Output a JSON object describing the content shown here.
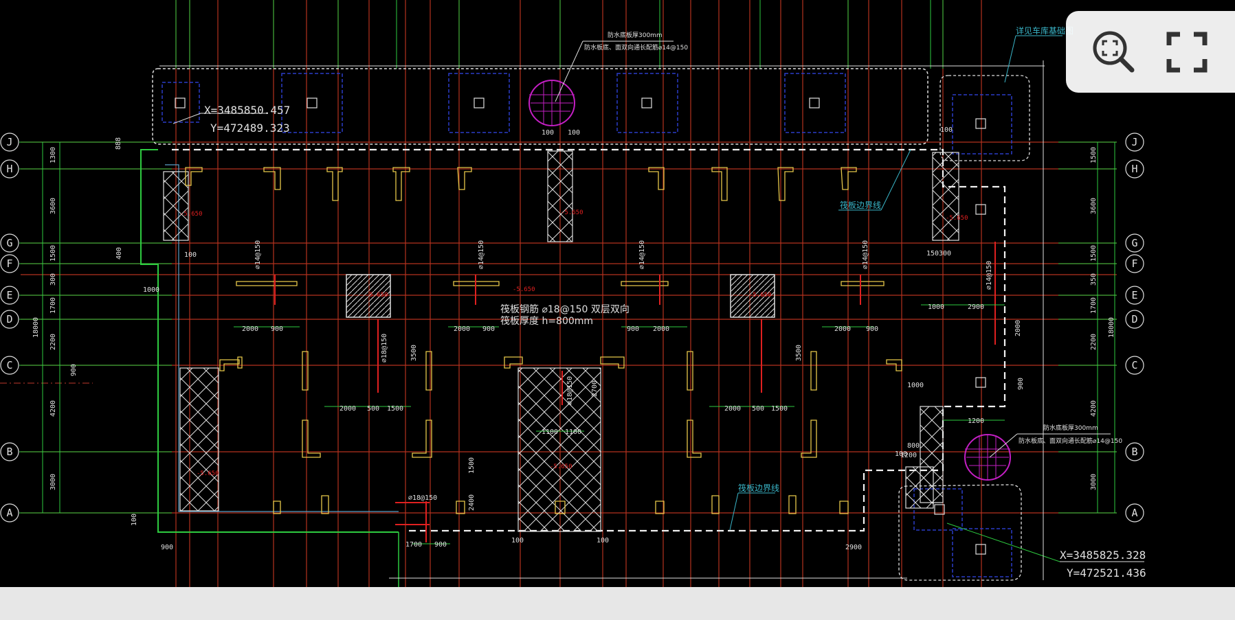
{
  "drawing": {
    "axes": [
      {
        "label": "J"
      },
      {
        "label": "H"
      },
      {
        "label": "G"
      },
      {
        "label": "F"
      },
      {
        "label": "E"
      },
      {
        "label": "D"
      },
      {
        "label": "C"
      },
      {
        "label": "B"
      },
      {
        "label": "A"
      }
    ],
    "left_dims": [
      "1300",
      "3600",
      "1500",
      "300",
      "1700",
      "2200",
      "4200",
      "3000"
    ],
    "right_dims": [
      "1500",
      "3600",
      "1500",
      "350",
      "1700",
      "2200",
      "4200",
      "3000"
    ],
    "total_dim": "18000",
    "coord_top": {
      "x": "X=3485850.457",
      "y": "Y=472489.323"
    },
    "coord_bottom": {
      "x": "X=3485825.328",
      "y": "Y=472521.436"
    },
    "center_note_1": "筏板钢筋  ⌀18@150  双层双向",
    "center_note_2": "筏板厚度      h=800mm",
    "raft_boundary_label": "筏板边界线",
    "detail_ref_label": "详见车库基础图",
    "waterproof_note_1": "防水底板厚300mm",
    "waterproof_note_2": "防水板底、面双向通长配筋⌀14@150",
    "rebar_labels": [
      "⌀14@150",
      "⌀14@150",
      "⌀14@150",
      "⌀14@150",
      "⌀18@150",
      "⌀18@150",
      "⌀18@150",
      "⌀14@150"
    ],
    "elev_labels": [
      "-5.650",
      "-5.650",
      "-5.650",
      "-5.650",
      "-5.650",
      "-5.650",
      "-5.650",
      "-5.650"
    ],
    "misc_dims": [
      "2000",
      "900",
      "2000",
      "900",
      "2000",
      "900",
      "2000",
      "900",
      "2000",
      "500",
      "1500",
      "2000",
      "500",
      "1500",
      "1100",
      "1100",
      "2700",
      "3500",
      "3500",
      "1500",
      "2400",
      "1700",
      "900",
      "900",
      "1000",
      "1000",
      "2900",
      "2900",
      "1200",
      "2000",
      "900",
      "800",
      "1000",
      "400",
      "888",
      "900",
      "100",
      "100",
      "100",
      "100",
      "100",
      "100",
      "100",
      "100",
      "1200",
      "150",
      "300"
    ]
  },
  "toolbar": {
    "zoom_icon": "zoom-search-icon",
    "fullscreen_icon": "fullscreen-icon"
  }
}
